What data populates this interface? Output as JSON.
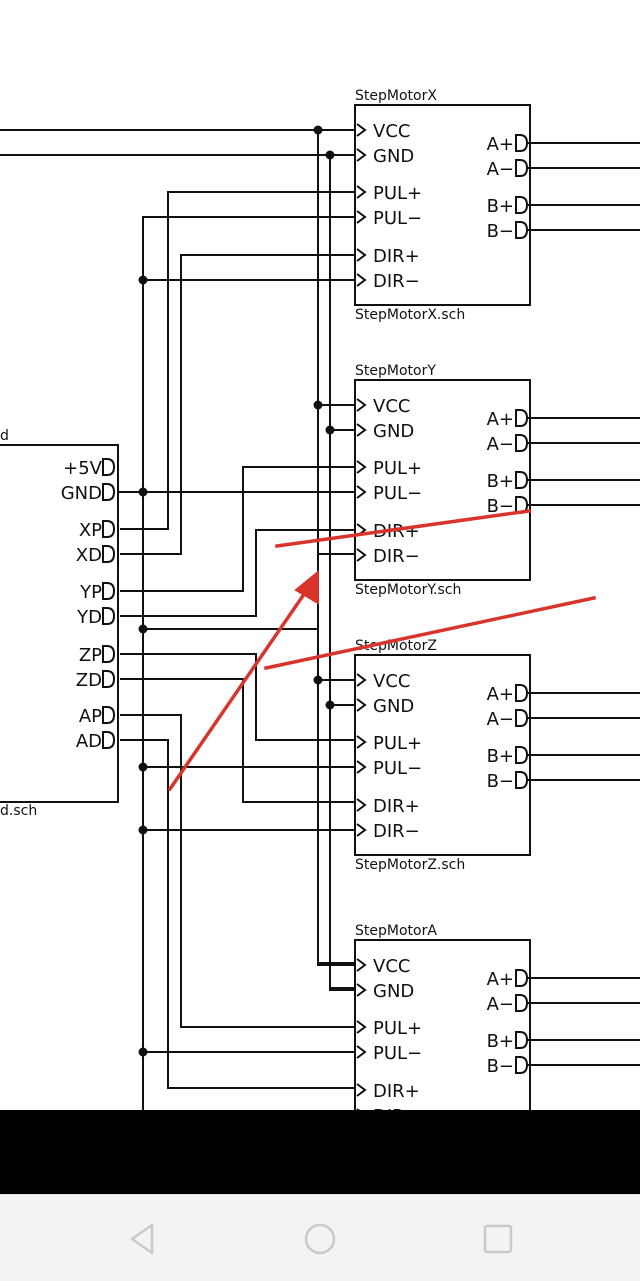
{
  "schematic": {
    "blocks": [
      {
        "title": "StepMotorX",
        "file": "StepMotorX.sch",
        "left_pins": [
          "VCC",
          "GND",
          "PUL+",
          "PUL−",
          "DIR+",
          "DIR−"
        ],
        "right_pins": [
          "A+",
          "A−",
          "B+",
          "B−"
        ]
      },
      {
        "title": "StepMotorY",
        "file": "StepMotorY.sch",
        "left_pins": [
          "VCC",
          "GND",
          "PUL+",
          "PUL−",
          "DIR+",
          "DIR−"
        ],
        "right_pins": [
          "A+",
          "A−",
          "B+",
          "B−"
        ]
      },
      {
        "title": "StepMotorZ",
        "file": "StepMotorZ.sch",
        "left_pins": [
          "VCC",
          "GND",
          "PUL+",
          "PUL−",
          "DIR+",
          "DIR−"
        ],
        "right_pins": [
          "A+",
          "A−",
          "B+",
          "B−"
        ]
      },
      {
        "title": "StepMotorA",
        "file": "",
        "left_pins": [
          "VCC",
          "GND",
          "PUL+",
          "PUL−",
          "DIR+",
          "DIR−"
        ],
        "right_pins": [
          "A+",
          "A−",
          "B+",
          "B−"
        ]
      }
    ],
    "left_block": {
      "title_fragment": "d",
      "file_fragment": "d.sch",
      "pins": [
        "+5V",
        "GND",
        "XP",
        "XD",
        "YP",
        "YD",
        "ZP",
        "ZD",
        "AP",
        "AD"
      ]
    },
    "annotation_color": "#d9342b",
    "wire_color": "#111111"
  },
  "navbar": {
    "icons": [
      "back-triangle-icon",
      "home-circle-icon",
      "recents-square-icon"
    ]
  }
}
